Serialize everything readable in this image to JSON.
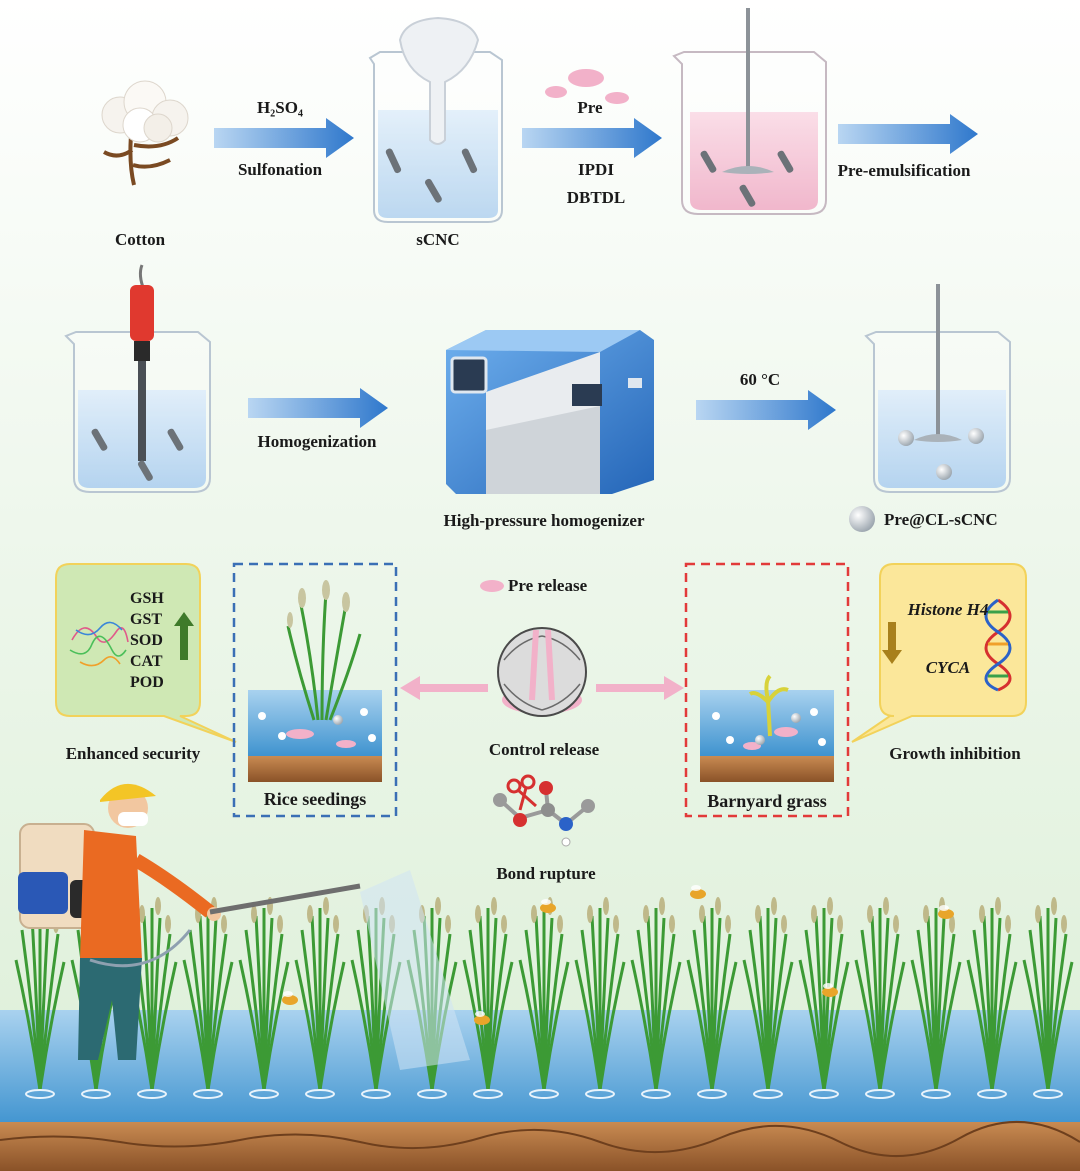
{
  "step1": {
    "cotton_label": "Cotton",
    "reagent_1": "H₂SO₄",
    "process_1": "Sulfonation",
    "scnc_label": "sCNC",
    "reagent_pre": "Pre",
    "reagent_ipdi": "IPDI",
    "reagent_dbtdl": "DBTDL",
    "process_2": "Pre-emulsification"
  },
  "step2": {
    "process_3": "Homogenization",
    "homogenizer_label": "High-pressure homogenizer",
    "temperature": "60 °C",
    "product_legend": "Pre@CL-sCNC"
  },
  "mechanism": {
    "pre_release_legend": "Pre release",
    "control_release": "Control release",
    "bond_rupture": "Bond rupture",
    "rice_label": "Rice seedings",
    "barnyard_label": "Barnyard grass",
    "enzymes": [
      "GSH",
      "GST",
      "SOD",
      "CAT",
      "POD"
    ],
    "enhanced_security": "Enhanced security",
    "gene_1": "Histone H4",
    "gene_2": "CYCA",
    "growth_inhibition": "Growth inhibition"
  },
  "colors": {
    "arrow_blue": "#3a7fd0",
    "water_blue": "#4a9fd6",
    "pink": "#f0a9c4",
    "green_box": "#cfe8b4",
    "yellow_box": "#fbe79a",
    "blue_dash": "#3a6fb5",
    "red_dash": "#e23a3a"
  }
}
